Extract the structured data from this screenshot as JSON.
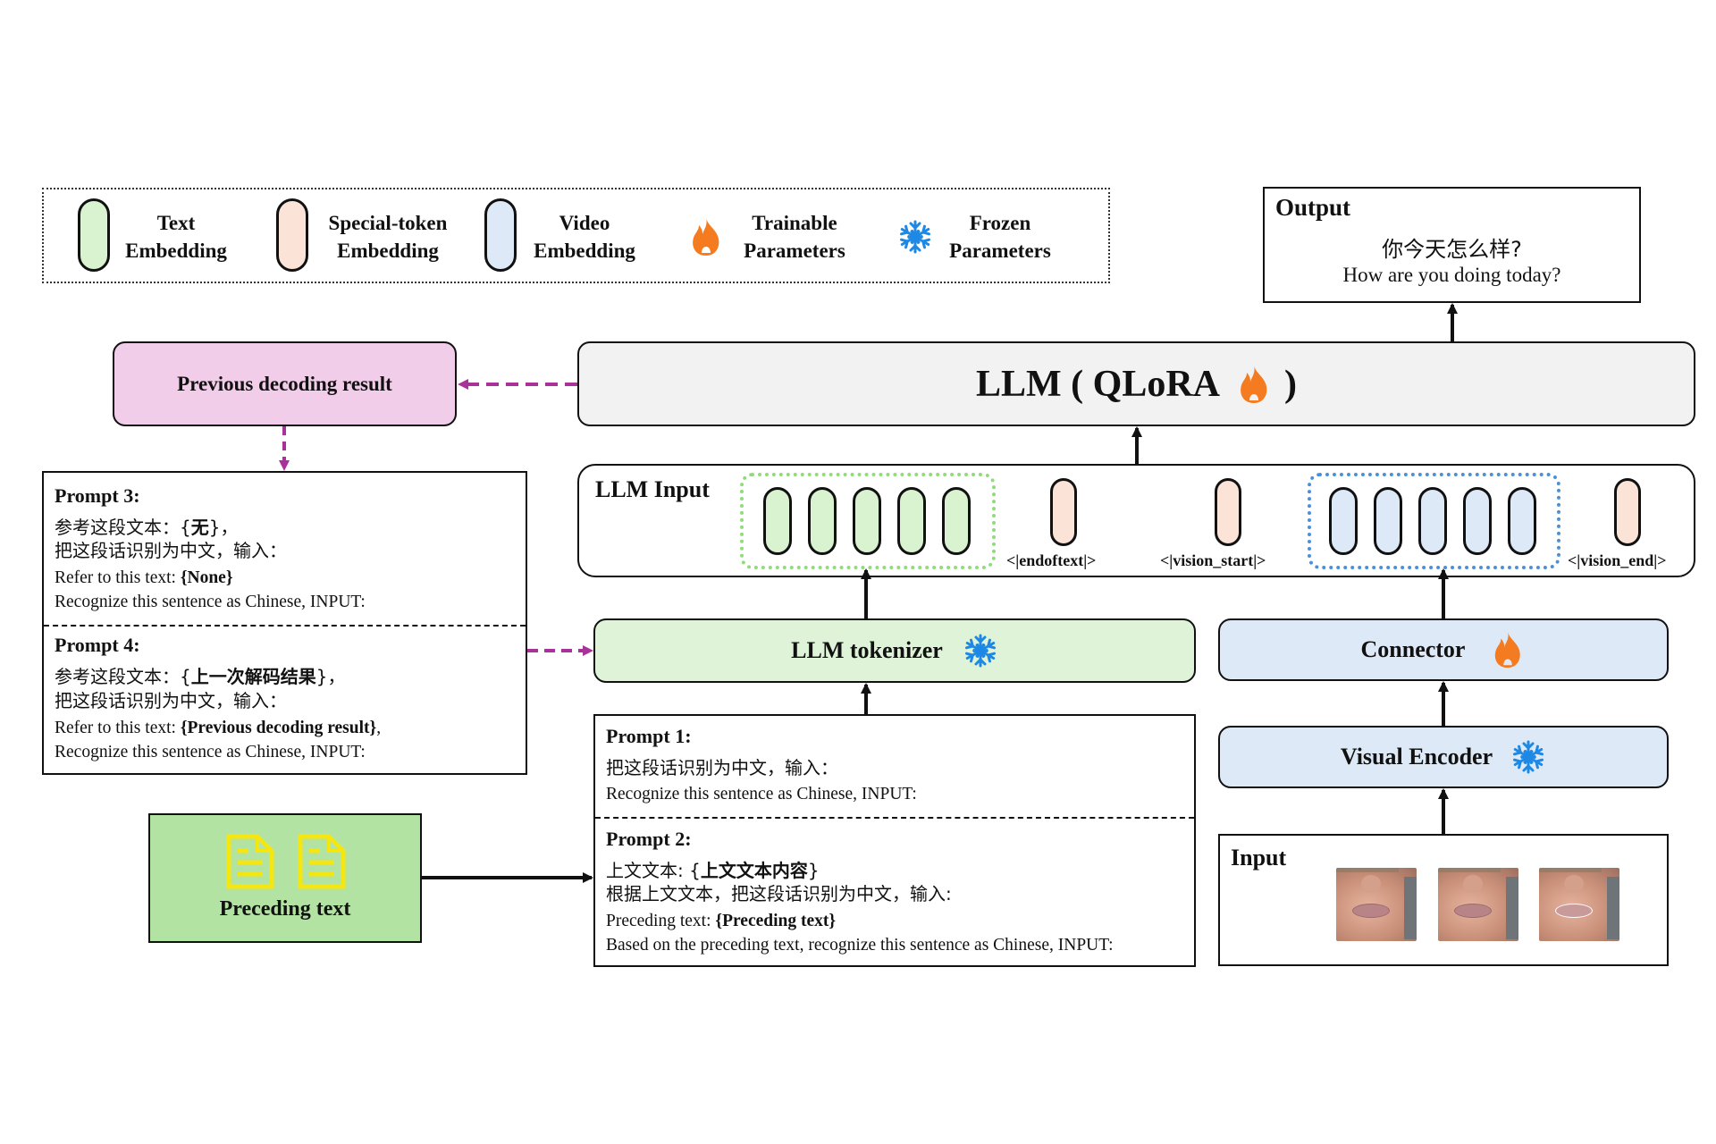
{
  "legend": {
    "items": [
      {
        "icon": "text-embedding-pill",
        "line1": "Text",
        "line2": "Embedding"
      },
      {
        "icon": "special-token-embedding-pill",
        "line1": "Special-token",
        "line2": "Embedding"
      },
      {
        "icon": "video-embedding-pill",
        "line1": "Video",
        "line2": "Embedding"
      },
      {
        "icon": "flame-icon",
        "line1": "Trainable",
        "line2": "Parameters"
      },
      {
        "icon": "snowflake-icon",
        "line1": "Frozen",
        "line2": "Parameters"
      }
    ]
  },
  "output": {
    "title": "Output",
    "chinese": "你今天怎么样?",
    "english": "How are you doing today?"
  },
  "llm": {
    "label_prefix": "LLM ( QLoRA",
    "label_suffix": ")",
    "icon": "flame-icon"
  },
  "previous_decoding": {
    "label": "Previous decoding result"
  },
  "llm_input": {
    "title": "LLM Input",
    "text_token_count": 5,
    "video_token_count": 5,
    "special_tokens": [
      "<|endoftext|>",
      "<|vision_start|>",
      "<|vision_end|>"
    ]
  },
  "tokenizer": {
    "label": "LLM tokenizer",
    "icon": "snowflake-icon"
  },
  "connector": {
    "label": "Connector",
    "icon": "flame-icon"
  },
  "visual_encoder": {
    "label": "Visual Encoder",
    "icon": "snowflake-icon"
  },
  "input": {
    "title": "Input",
    "frame_count": 3
  },
  "preceding_text": {
    "label": "Preceding text",
    "icon": "document-icon"
  },
  "prompts": {
    "p3": {
      "title": "Prompt 3:",
      "cn1_pre": "参考这段文本：{",
      "cn1_bold": "无",
      "cn1_post": "}，",
      "cn2": "把这段话识别为中文，输入：",
      "en1_pre": "Refer to this text: ",
      "en1_bold": "{None}",
      "en1_post": "",
      "en2": "Recognize this sentence as Chinese, INPUT:"
    },
    "p4": {
      "title": "Prompt 4:",
      "cn1_pre": "参考这段文本：{",
      "cn1_bold": "上一次解码结果",
      "cn1_post": "}，",
      "cn2": "把这段话识别为中文，输入：",
      "en1_pre": "Refer to this text: ",
      "en1_bold": "{Previous decoding result}",
      "en1_post": ",",
      "en2": "Recognize this sentence as Chinese, INPUT:"
    },
    "p1": {
      "title": "Prompt 1:",
      "cn1": "把这段话识别为中文，输入：",
      "en1": "Recognize this sentence as Chinese, INPUT:"
    },
    "p2": {
      "title": "Prompt 2:",
      "cn1_pre": "上文文本: {",
      "cn1_bold": "上文文本内容",
      "cn1_post": "}",
      "cn2": "根据上文文本，把这段话识别为中文，输入:",
      "en1_pre": "Preceding text: ",
      "en1_bold": "{Preceding text}",
      "en1_post": "",
      "en2": "Based on the preceding text, recognize this sentence as Chinese, INPUT:"
    }
  },
  "colors": {
    "text_embedding": "#d9f2d0",
    "special_embedding": "#fbe3d7",
    "video_embedding": "#dde9f7",
    "flame": "#f47b20",
    "snowflake": "#1e88e5",
    "previous_box": "#f2cdea",
    "llm_box": "#f2f2f2",
    "tokenizer_box": "#dff3d8",
    "encoder_box": "#dde9f7",
    "preceding_box": "#b3e3a3",
    "feedback_arrow": "#a8329a"
  }
}
